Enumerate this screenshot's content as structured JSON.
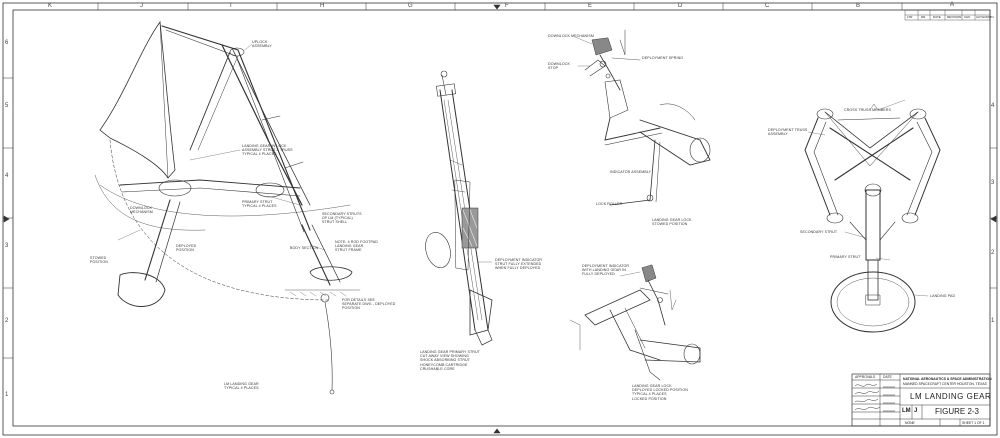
{
  "border": {
    "columns_top": [
      "K",
      "J",
      "I",
      "H",
      "G",
      "F",
      "E",
      "D",
      "C",
      "B",
      "A"
    ],
    "rows_left": [
      "6",
      "5",
      "4",
      "3",
      "2",
      "1"
    ],
    "rows_right": [
      "4",
      "3",
      "2",
      "1"
    ]
  },
  "revision_block": {
    "headers": [
      "LTR",
      "DR",
      "DATE",
      "REVISION",
      "CHK",
      "AUTHORIZN"
    ]
  },
  "labels": {
    "uplock_assembly": "UPLOCK\nASSEMBLY",
    "landing_gear_extended": "LANDING GEAR IN LOCK\nASSEMBLY STRUT & TRUSS\nTYPICAL 4 PLACES",
    "strut_primary": "PRIMARY STRUT\nTYPICAL 4 PLACES",
    "downlock_mechanism": "DOWNLOCK\nMECHANISM",
    "stowed_position": "STOWED\nPOSITION",
    "deployed_position": "DEPLOYED\nPOSITION",
    "secondary_strut_typical": "SECONDARY STRUTS\nOF LM (TYPICAL)\nSTRUT SHELL",
    "footpad_plate": "NOTE: 4 ROD FOOTPAD\nLANDING GEAR\nSTRUT FRAME",
    "ground_line": "FOR DETAILS SEE\nSEPARATE DWG - DEPLOYED\nPOSITION",
    "body_section": "BODY SECTION",
    "lm_landing_gear_typical": "LM LANDING GEAR\nTYPICAL 4 PLACES",
    "primary_strut_detail": "LANDING GEAR PRIMARY STRUT\nCUT AWAY VIEW SHOWING\nSHOCK ABSORBING STRUT\nHONEYCOMB CARTRIDGE\nCRUSHABLE CORE",
    "deployment_indicator": "DEPLOYMENT INDICATOR\nSTRUT FULLY EXTENDED\nWHEN FULLY DEPLOYED",
    "downlock_mech_top": "DOWNLOCK MECHANISM",
    "downlock_stop": "DOWNLOCK\nSTOP",
    "deployment_spring": "DEPLOYMENT SPRING",
    "indicator_ratchet": "INDICATOR ASSEMBLY",
    "lock_roller": "LOCK ROLLER",
    "landing_gear_lock_top": "LANDING GEAR LOCK\nSTOWED POSITION",
    "deployment_indicator_bottom": "DEPLOYMENT INDICATOR\nWITH LANDING GEAR IN\nFULLY DEPLOYED",
    "landing_gear_lock_bottom": "LANDING GEAR LOCK\nDEPLOYED LOCKED POSITION\nTYPICAL 4 PLACES\nLOCKED POSITION",
    "cross_truss_members": "CROSS TRUSS MEMBERS",
    "deployment_truss_assembly": "DEPLOYMENT TRUSS\nASSEMBLY",
    "secondary_strut": "SECONDARY STRUT",
    "primary_strut": "PRIMARY STRUT",
    "landing_pad": "LANDING PAD"
  },
  "title_block": {
    "agency_line1": "NATIONAL AERONAUTICS & SPACE ADMINISTRATION",
    "agency_line2": "MANNED SPACECRAFT CENTER     HOUSTON, TEXAS",
    "title": "LM LANDING GEAR",
    "code": "LM",
    "size": "J",
    "figure": "FIGURE 2-3",
    "scale": "NONE",
    "sheet": "SHEET 1 OF 1",
    "left_headers": [
      "APPROVALS",
      "DATE"
    ]
  },
  "colors": {
    "ink": "#333333",
    "paper": "#ffffff",
    "title_fill": "#f4f4f4"
  }
}
